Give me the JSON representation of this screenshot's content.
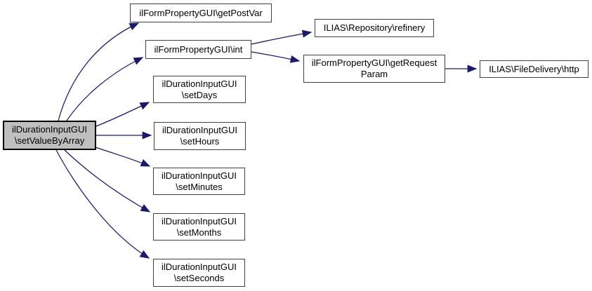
{
  "diagram": {
    "kind": "call-graph",
    "root": {
      "id": "setValueByArray",
      "label": "ilDurationInputGUI\n\\setValueByArray"
    },
    "nodes": [
      {
        "id": "getPostVar",
        "label": "ilFormPropertyGUI\\getPostVar"
      },
      {
        "id": "int",
        "label": "ilFormPropertyGUI\\int"
      },
      {
        "id": "refinery",
        "label": "ILIAS\\Repository\\refinery"
      },
      {
        "id": "getRequestParam",
        "label": "ilFormPropertyGUI\\getRequest\nParam"
      },
      {
        "id": "http",
        "label": "ILIAS\\FileDelivery\\http"
      },
      {
        "id": "setDays",
        "label": "ilDurationInputGUI\n\\setDays"
      },
      {
        "id": "setHours",
        "label": "ilDurationInputGUI\n\\setHours"
      },
      {
        "id": "setMinutes",
        "label": "ilDurationInputGUI\n\\setMinutes"
      },
      {
        "id": "setMonths",
        "label": "ilDurationInputGUI\n\\setMonths"
      },
      {
        "id": "setSeconds",
        "label": "ilDurationInputGUI\n\\setSeconds"
      }
    ],
    "edges": [
      {
        "from": "setValueByArray",
        "to": "getPostVar"
      },
      {
        "from": "setValueByArray",
        "to": "int"
      },
      {
        "from": "setValueByArray",
        "to": "setDays"
      },
      {
        "from": "setValueByArray",
        "to": "setHours"
      },
      {
        "from": "setValueByArray",
        "to": "setMinutes"
      },
      {
        "from": "setValueByArray",
        "to": "setMonths"
      },
      {
        "from": "setValueByArray",
        "to": "setSeconds"
      },
      {
        "from": "int",
        "to": "refinery"
      },
      {
        "from": "int",
        "to": "getRequestParam"
      },
      {
        "from": "getRequestParam",
        "to": "http"
      }
    ]
  },
  "colors": {
    "background": "#ffffff",
    "edge": "#191970",
    "node_border": "#404040",
    "node_fill": "#ffffff",
    "root_border": "#000000",
    "root_fill": "#bfbfbf",
    "text": "#000000"
  }
}
